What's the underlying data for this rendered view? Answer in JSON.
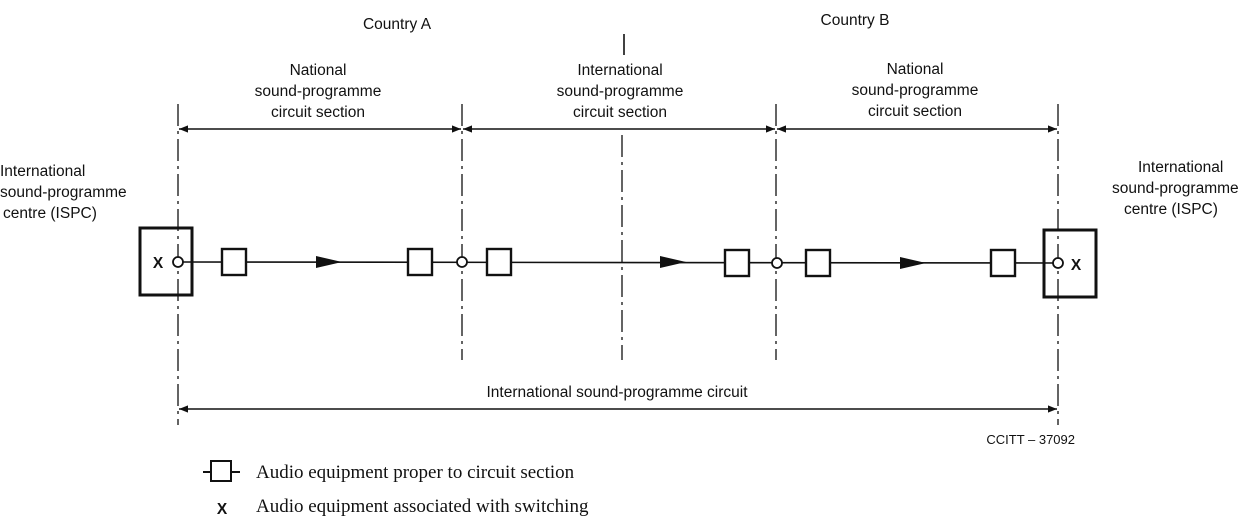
{
  "countries": {
    "a": "Country A",
    "b": "Country B"
  },
  "sections": {
    "national_left": [
      "National",
      "sound-programme",
      "circuit section"
    ],
    "international": [
      "International",
      "sound-programme",
      "circuit section"
    ],
    "national_right": [
      "National",
      "sound-programme",
      "circuit section"
    ]
  },
  "centres": {
    "left": [
      "International",
      "sound-programme",
      "centre (ISPC)"
    ],
    "right": [
      "International",
      "sound-programme",
      "centre (ISPC)"
    ],
    "switch_mark": "X"
  },
  "circuit_label": "International sound-programme circuit",
  "figure_code": "CCITT – 37092",
  "legend": {
    "box_item": "Audio equipment proper to circuit section",
    "switch_symbol": "X",
    "switch_item": "Audio equipment associated with switching"
  }
}
